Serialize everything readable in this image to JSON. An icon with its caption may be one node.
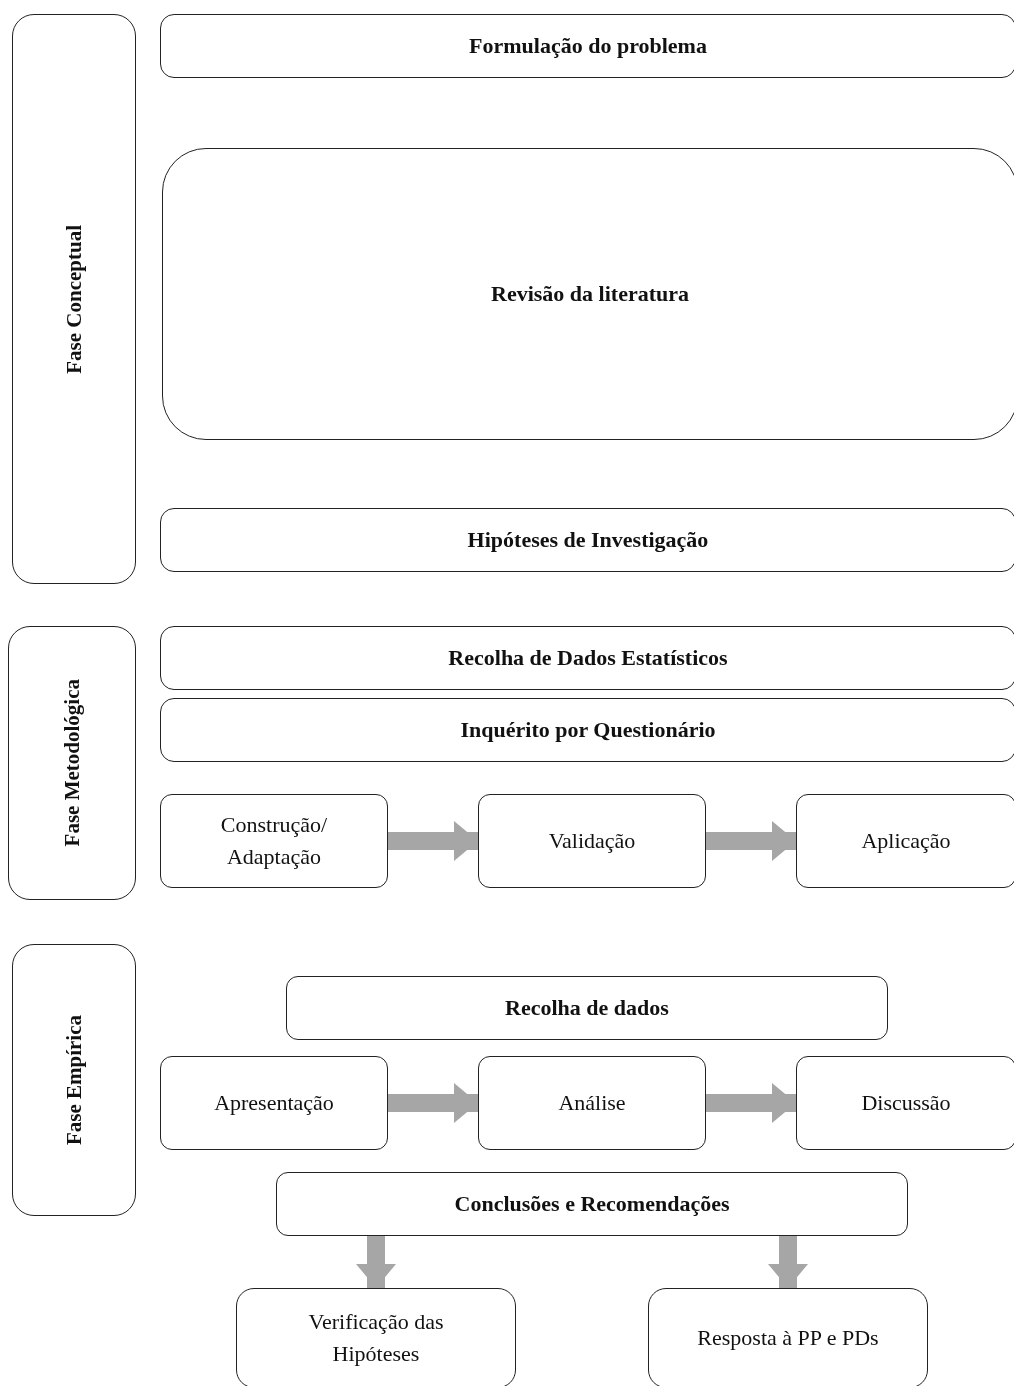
{
  "diagram": {
    "nodes": [
      {
        "text": [
          "Fase Conceptual"
        ]
      },
      {
        "text": [
          "Formulação do problema"
        ]
      },
      {
        "text": [
          "Revisão da literatura"
        ]
      },
      {
        "text": [
          "Hipóteses de Investigação"
        ]
      },
      {
        "text": [
          "Fase Metodológica"
        ]
      },
      {
        "text": [
          "Recolha de Dados Estatísticos"
        ]
      },
      {
        "text": [
          "Inquérito por Questionário"
        ]
      },
      {
        "text": [
          "Construção/ Adaptação"
        ]
      },
      {
        "text": [
          "Validação"
        ]
      },
      {
        "text": [
          "Aplicação"
        ]
      },
      {
        "text": [
          "Fase Empírica"
        ]
      },
      {
        "text": [
          "Recolha de dados"
        ]
      },
      {
        "text": [
          "Apresentação"
        ]
      },
      {
        "text": [
          "Análise"
        ]
      },
      {
        "text": [
          "Discussão"
        ]
      },
      {
        "text": [
          "Conclusões e Recomendações"
        ]
      },
      {
        "text": [
          "Verificação das Hipóteses"
        ]
      },
      {
        "text": [
          "Resposta à PP e PDs"
        ]
      }
    ],
    "edges": [
      {
        "from": 7,
        "to": 8,
        "arrow": "to"
      },
      {
        "from": 8,
        "to": 9,
        "arrow": "to"
      },
      {
        "from": 12,
        "to": 13,
        "arrow": "to"
      },
      {
        "from": 13,
        "to": 14,
        "arrow": "to"
      },
      {
        "from": 15,
        "to": 16,
        "arrow": "to"
      },
      {
        "from": 15,
        "to": 17,
        "arrow": "to"
      }
    ]
  }
}
